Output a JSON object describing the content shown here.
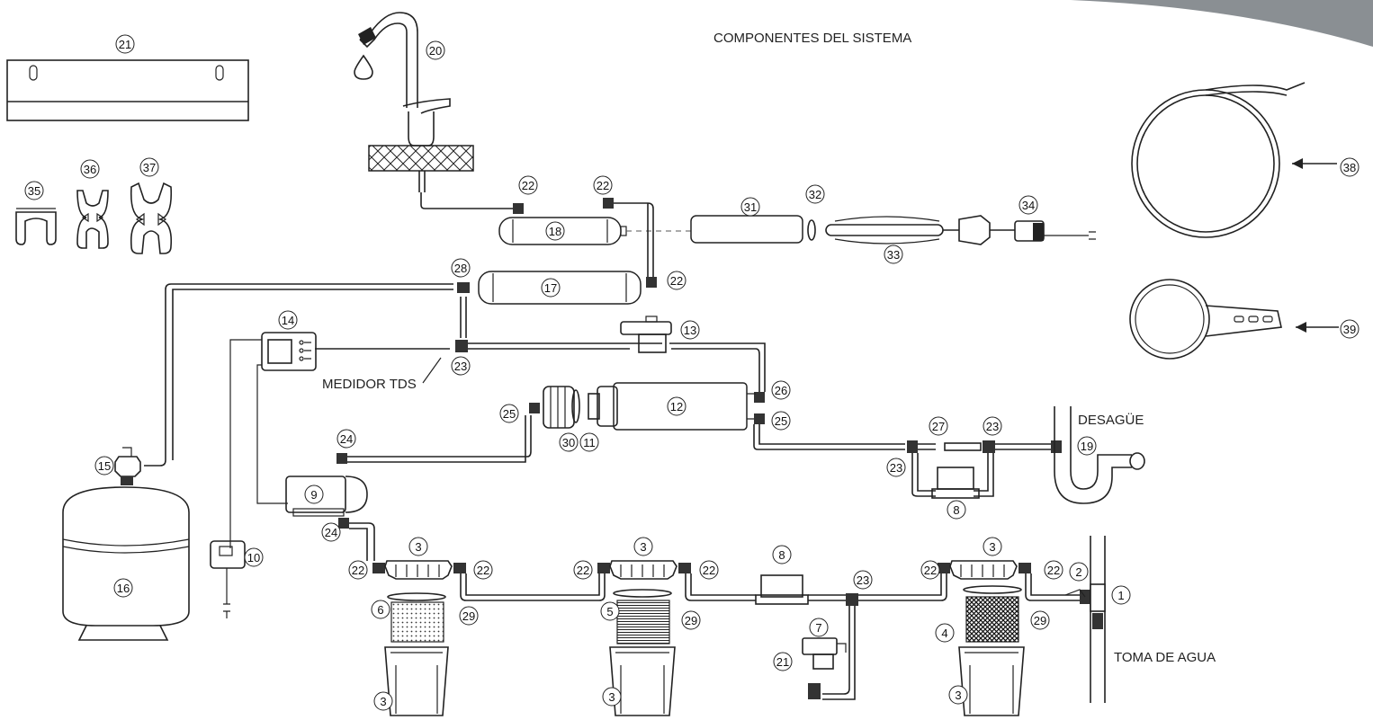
{
  "title": "COMPONENTES DEL SISTEMA",
  "labels": {
    "tds_meter": "MEDIDOR TDS",
    "drain": "DESAGÜE",
    "water_inlet": "TOMA DE AGUA"
  },
  "colors": {
    "line": "#222222",
    "corner_band": "#8a8f93",
    "background": "#ffffff"
  },
  "callouts": [
    {
      "id": "c21a",
      "number": "21"
    },
    {
      "id": "c20",
      "number": "20"
    },
    {
      "id": "c35",
      "number": "35"
    },
    {
      "id": "c36",
      "number": "36"
    },
    {
      "id": "c37",
      "number": "37"
    },
    {
      "id": "c22a",
      "number": "22"
    },
    {
      "id": "c22b",
      "number": "22"
    },
    {
      "id": "c22c",
      "number": "22"
    },
    {
      "id": "c18",
      "number": "18"
    },
    {
      "id": "c31",
      "number": "31"
    },
    {
      "id": "c32",
      "number": "32"
    },
    {
      "id": "c33",
      "number": "33"
    },
    {
      "id": "c34",
      "number": "34"
    },
    {
      "id": "c38",
      "number": "38"
    },
    {
      "id": "c39",
      "number": "39"
    },
    {
      "id": "c28",
      "number": "28"
    },
    {
      "id": "c17",
      "number": "17"
    },
    {
      "id": "c14",
      "number": "14"
    },
    {
      "id": "c13",
      "number": "13"
    },
    {
      "id": "c23a",
      "number": "23"
    },
    {
      "id": "c26",
      "number": "26"
    },
    {
      "id": "c25a",
      "number": "25"
    },
    {
      "id": "c12",
      "number": "12"
    },
    {
      "id": "c25b",
      "number": "25"
    },
    {
      "id": "c30",
      "number": "30"
    },
    {
      "id": "c11",
      "number": "11"
    },
    {
      "id": "c24a",
      "number": "24"
    },
    {
      "id": "c15",
      "number": "15"
    },
    {
      "id": "c27",
      "number": "27"
    },
    {
      "id": "c23b",
      "number": "23"
    },
    {
      "id": "c19",
      "number": "19"
    },
    {
      "id": "c23c",
      "number": "23"
    },
    {
      "id": "c9",
      "number": "9"
    },
    {
      "id": "c8a",
      "number": "8"
    },
    {
      "id": "c24b",
      "number": "24"
    },
    {
      "id": "c10",
      "number": "10"
    },
    {
      "id": "c16",
      "number": "16"
    },
    {
      "id": "c3a",
      "number": "3"
    },
    {
      "id": "c3b",
      "number": "3"
    },
    {
      "id": "c3c",
      "number": "3"
    },
    {
      "id": "c22d",
      "number": "22"
    },
    {
      "id": "c22e",
      "number": "22"
    },
    {
      "id": "c22f",
      "number": "22"
    },
    {
      "id": "c22g",
      "number": "22"
    },
    {
      "id": "c22h",
      "number": "22"
    },
    {
      "id": "c22i",
      "number": "22"
    },
    {
      "id": "c8b",
      "number": "8"
    },
    {
      "id": "c23d",
      "number": "23"
    },
    {
      "id": "c2",
      "number": "2"
    },
    {
      "id": "c1",
      "number": "1"
    },
    {
      "id": "c6",
      "number": "6"
    },
    {
      "id": "c29a",
      "number": "29"
    },
    {
      "id": "c5",
      "number": "5"
    },
    {
      "id": "c29b",
      "number": "29"
    },
    {
      "id": "c7",
      "number": "7"
    },
    {
      "id": "c4",
      "number": "4"
    },
    {
      "id": "c29c",
      "number": "29"
    },
    {
      "id": "c21b",
      "number": "21"
    },
    {
      "id": "c3d",
      "number": "3"
    },
    {
      "id": "c3e",
      "number": "3"
    },
    {
      "id": "c3f",
      "number": "3"
    }
  ]
}
